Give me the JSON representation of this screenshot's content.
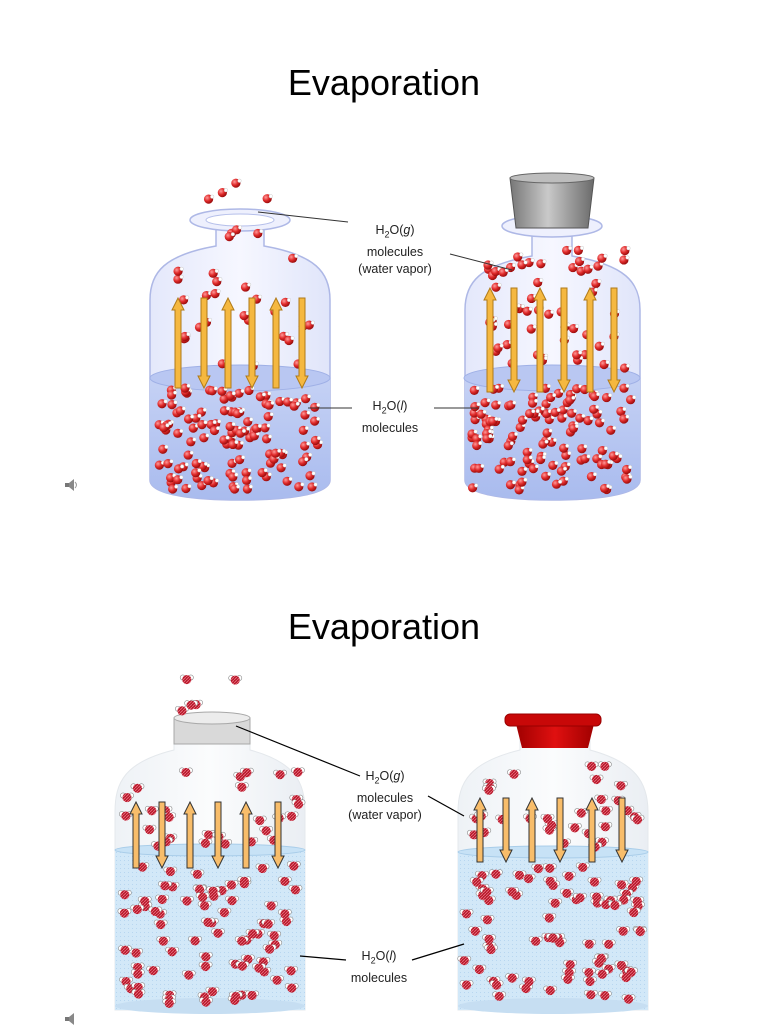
{
  "slides": [
    {
      "title": "Evaporation",
      "labels": {
        "gas_formula_prefix": "H",
        "gas_formula_sub": "2",
        "gas_formula_mid": "O(",
        "gas_formula_state": "g",
        "gas_formula_suffix": ")",
        "gas_line2": "molecules",
        "gas_line3": "(water vapor)",
        "liquid_formula_prefix": "H",
        "liquid_formula_sub": "2",
        "liquid_formula_mid": "O(",
        "liquid_formula_state": "l",
        "liquid_formula_suffix": ")",
        "liquid_line2": "molecules"
      },
      "icons": [
        "speaker-icon"
      ],
      "colors": {
        "molecule": "#d42020",
        "liquid": "#b8c8f0",
        "arrow": "#f5b840",
        "stopper": "#9a9a9a"
      }
    },
    {
      "title": "Evaporation",
      "labels": {
        "gas_formula_prefix": "H",
        "gas_formula_sub": "2",
        "gas_formula_mid": "O(",
        "gas_formula_state": "g",
        "gas_formula_suffix": ")",
        "gas_line2": "molecules",
        "gas_line3": "(water vapor)",
        "liquid_formula_prefix": "H",
        "liquid_formula_sub": "2",
        "liquid_formula_mid": "O(",
        "liquid_formula_state": "l",
        "liquid_formula_suffix": ")",
        "liquid_line2": "molecules"
      },
      "icons": [
        "speaker-icon"
      ],
      "colors": {
        "molecule": "#b8182a",
        "liquid": "#cfe6f7",
        "arrow": "#f8bd6a",
        "cap": "#d40a0a"
      }
    }
  ]
}
